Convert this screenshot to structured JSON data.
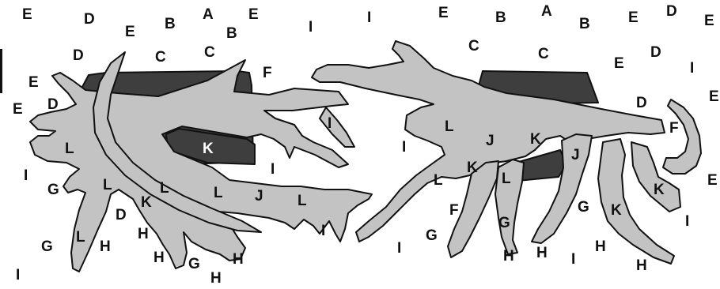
{
  "diagram": {
    "colors": {
      "background": "#ffffff",
      "branch_fill": "#c3c3c3",
      "dark_region": "#3e3e3e",
      "outline": "#111111"
    },
    "regions": [
      {
        "id": "left-dark-block",
        "kind": "dark"
      },
      {
        "id": "left-inner-dark-block",
        "kind": "dark"
      },
      {
        "id": "right-dark-block",
        "kind": "dark"
      },
      {
        "id": "right-lower-dark-block",
        "kind": "dark"
      },
      {
        "id": "left-branching-structure",
        "kind": "branch"
      },
      {
        "id": "right-branching-structure",
        "kind": "branch"
      }
    ],
    "labels": [
      {
        "text": "E"
      },
      {
        "text": "D"
      },
      {
        "text": "E"
      },
      {
        "text": "B"
      },
      {
        "text": "A"
      },
      {
        "text": "E"
      },
      {
        "text": "B"
      },
      {
        "text": "I"
      },
      {
        "text": "I"
      },
      {
        "text": "E"
      },
      {
        "text": "B"
      },
      {
        "text": "A"
      },
      {
        "text": "B"
      },
      {
        "text": "E"
      },
      {
        "text": "D"
      },
      {
        "text": "E"
      },
      {
        "text": "D"
      },
      {
        "text": "C"
      },
      {
        "text": "C"
      },
      {
        "text": "F"
      },
      {
        "text": "C"
      },
      {
        "text": "C"
      },
      {
        "text": "E"
      },
      {
        "text": "D"
      },
      {
        "text": "I"
      },
      {
        "text": "E"
      },
      {
        "text": "D"
      },
      {
        "text": "E"
      },
      {
        "text": "D"
      },
      {
        "text": "E"
      },
      {
        "text": "K"
      },
      {
        "text": "I"
      },
      {
        "text": "L"
      },
      {
        "text": "F"
      },
      {
        "text": "L"
      },
      {
        "text": "J"
      },
      {
        "text": "K"
      },
      {
        "text": "I"
      },
      {
        "text": "J"
      },
      {
        "text": "I"
      },
      {
        "text": "K"
      },
      {
        "text": "L"
      },
      {
        "text": "L"
      },
      {
        "text": "I"
      },
      {
        "text": "G"
      },
      {
        "text": "L"
      },
      {
        "text": "L"
      },
      {
        "text": "L"
      },
      {
        "text": "J"
      },
      {
        "text": "L"
      },
      {
        "text": "K"
      },
      {
        "text": "E"
      },
      {
        "text": "G"
      },
      {
        "text": "K"
      },
      {
        "text": "D"
      },
      {
        "text": "K"
      },
      {
        "text": "F"
      },
      {
        "text": "G"
      },
      {
        "text": "H"
      },
      {
        "text": "I"
      },
      {
        "text": "G"
      },
      {
        "text": "G"
      },
      {
        "text": "L"
      },
      {
        "text": "I"
      },
      {
        "text": "H"
      },
      {
        "text": "H"
      },
      {
        "text": "H"
      },
      {
        "text": "G"
      },
      {
        "text": "H"
      },
      {
        "text": "I"
      },
      {
        "text": "H"
      },
      {
        "text": "H"
      },
      {
        "text": "I"
      },
      {
        "text": "H"
      },
      {
        "text": "H"
      },
      {
        "text": "I"
      }
    ]
  }
}
